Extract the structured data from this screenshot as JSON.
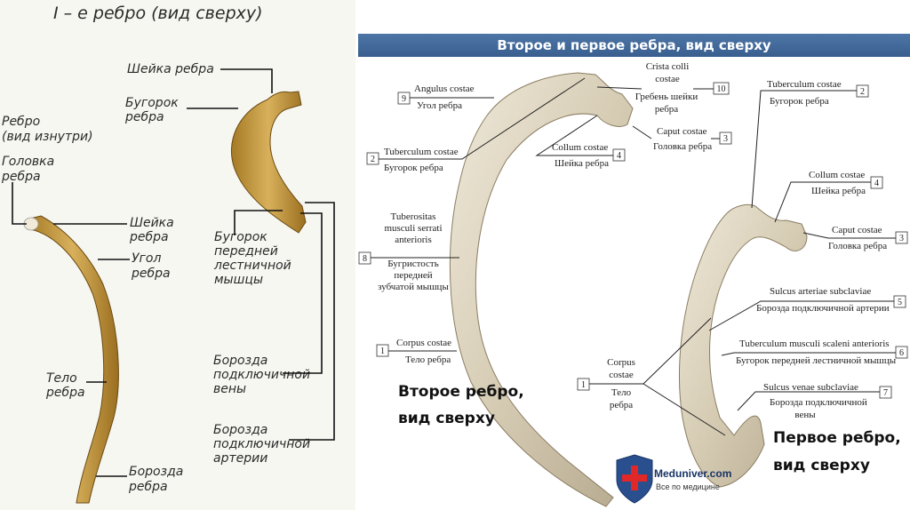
{
  "left": {
    "title": "I – е ребро (вид сверху)",
    "labels": {
      "neck_top_1": "Шейка ребра",
      "tubercle_1": "Бугорок",
      "tubercle_2": "ребра",
      "rib_inside_1": "Ребро",
      "rib_inside_2": "(вид изнутри)",
      "head_1": "Головка",
      "head_2": "ребра",
      "neck_1": "Шейка",
      "neck_2": "ребра",
      "angle_1": "Угол",
      "angle_2": "ребра",
      "scalene_1": "Бугорок",
      "scalene_2": "передней",
      "scalene_3": "лестничной",
      "scalene_4": "мышцы",
      "body_1": "Тело",
      "body_2": "ребра",
      "vein_1": "Борозда",
      "vein_2": "подключичной",
      "vein_3": "вены",
      "artery_1": "Борозда",
      "artery_2": "подключичной",
      "artery_3": "артерии",
      "groove_1": "Борозда",
      "groove_2": "ребра"
    }
  },
  "right": {
    "banner": "Второе и первое ребра, вид сверху",
    "second_rib": {
      "caption_1": "Второе ребро,",
      "caption_2": "вид сверху",
      "labels": [
        {
          "num": "9",
          "lat": "Angulus costae",
          "ru": "Угол ребра"
        },
        {
          "num": "2",
          "lat": "Tuberculum costae",
          "ru": "Бугорок ребра"
        },
        {
          "num": "8",
          "lat_1": "Tuberositas",
          "lat_2": "musculi serrati",
          "lat_3": "anterioris",
          "ru_1": "Бугристость",
          "ru_2": "передней",
          "ru_3": "зубчатой мышцы"
        },
        {
          "num": "1",
          "lat": "Corpus costae",
          "ru": "Тело ребра"
        },
        {
          "num": "10",
          "lat_1": "Crista colli",
          "lat_2": "costae",
          "ru_1": "Гребень шейки",
          "ru_2": "ребра"
        },
        {
          "num": "3",
          "lat": "Caput costae",
          "ru": "Головка ребра"
        },
        {
          "num": "4",
          "lat": "Collum costae",
          "ru": "Шейка ребра"
        }
      ]
    },
    "first_rib": {
      "caption_1": "Первое ребро,",
      "caption_2": "вид сверху",
      "labels": [
        {
          "num": "2",
          "lat": "Tuberculum costae",
          "ru": "Бугорок ребра"
        },
        {
          "num": "4",
          "lat": "Collum costae",
          "ru": "Шейка ребра"
        },
        {
          "num": "3",
          "lat": "Caput costae",
          "ru": "Головка ребра"
        },
        {
          "num": "5",
          "lat": "Sulcus arteriae subclaviae",
          "ru": "Борозда подключичной артерии"
        },
        {
          "num": "6",
          "lat": "Tuberculum musculi scaleni anterioris",
          "ru": "Бугорок передней лестничной мышцы"
        },
        {
          "num": "7",
          "lat": "Sulcus venae subclaviae",
          "ru_1": "Борозда подключичной",
          "ru_2": "вены"
        },
        {
          "num": "1",
          "lat_1": "Corpus",
          "lat_2": "costae",
          "ru_1": "Тело",
          "ru_2": "ребра"
        }
      ]
    },
    "logo": {
      "name": "Meduniver.com",
      "tagline": "Все по медицине"
    }
  }
}
